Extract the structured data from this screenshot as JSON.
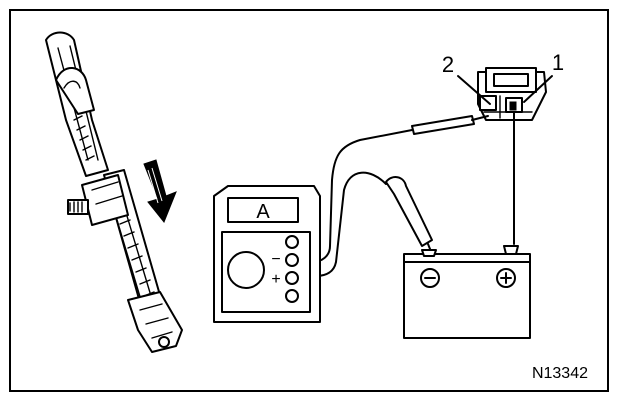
{
  "diagram": {
    "callouts": {
      "terminal_2": "2",
      "terminal_1": "1"
    },
    "meter": {
      "display": "A",
      "minus": "−",
      "plus": "+"
    },
    "battery": {
      "negative": "⊖",
      "positive": "⊕"
    },
    "figure_code": "N13342"
  }
}
